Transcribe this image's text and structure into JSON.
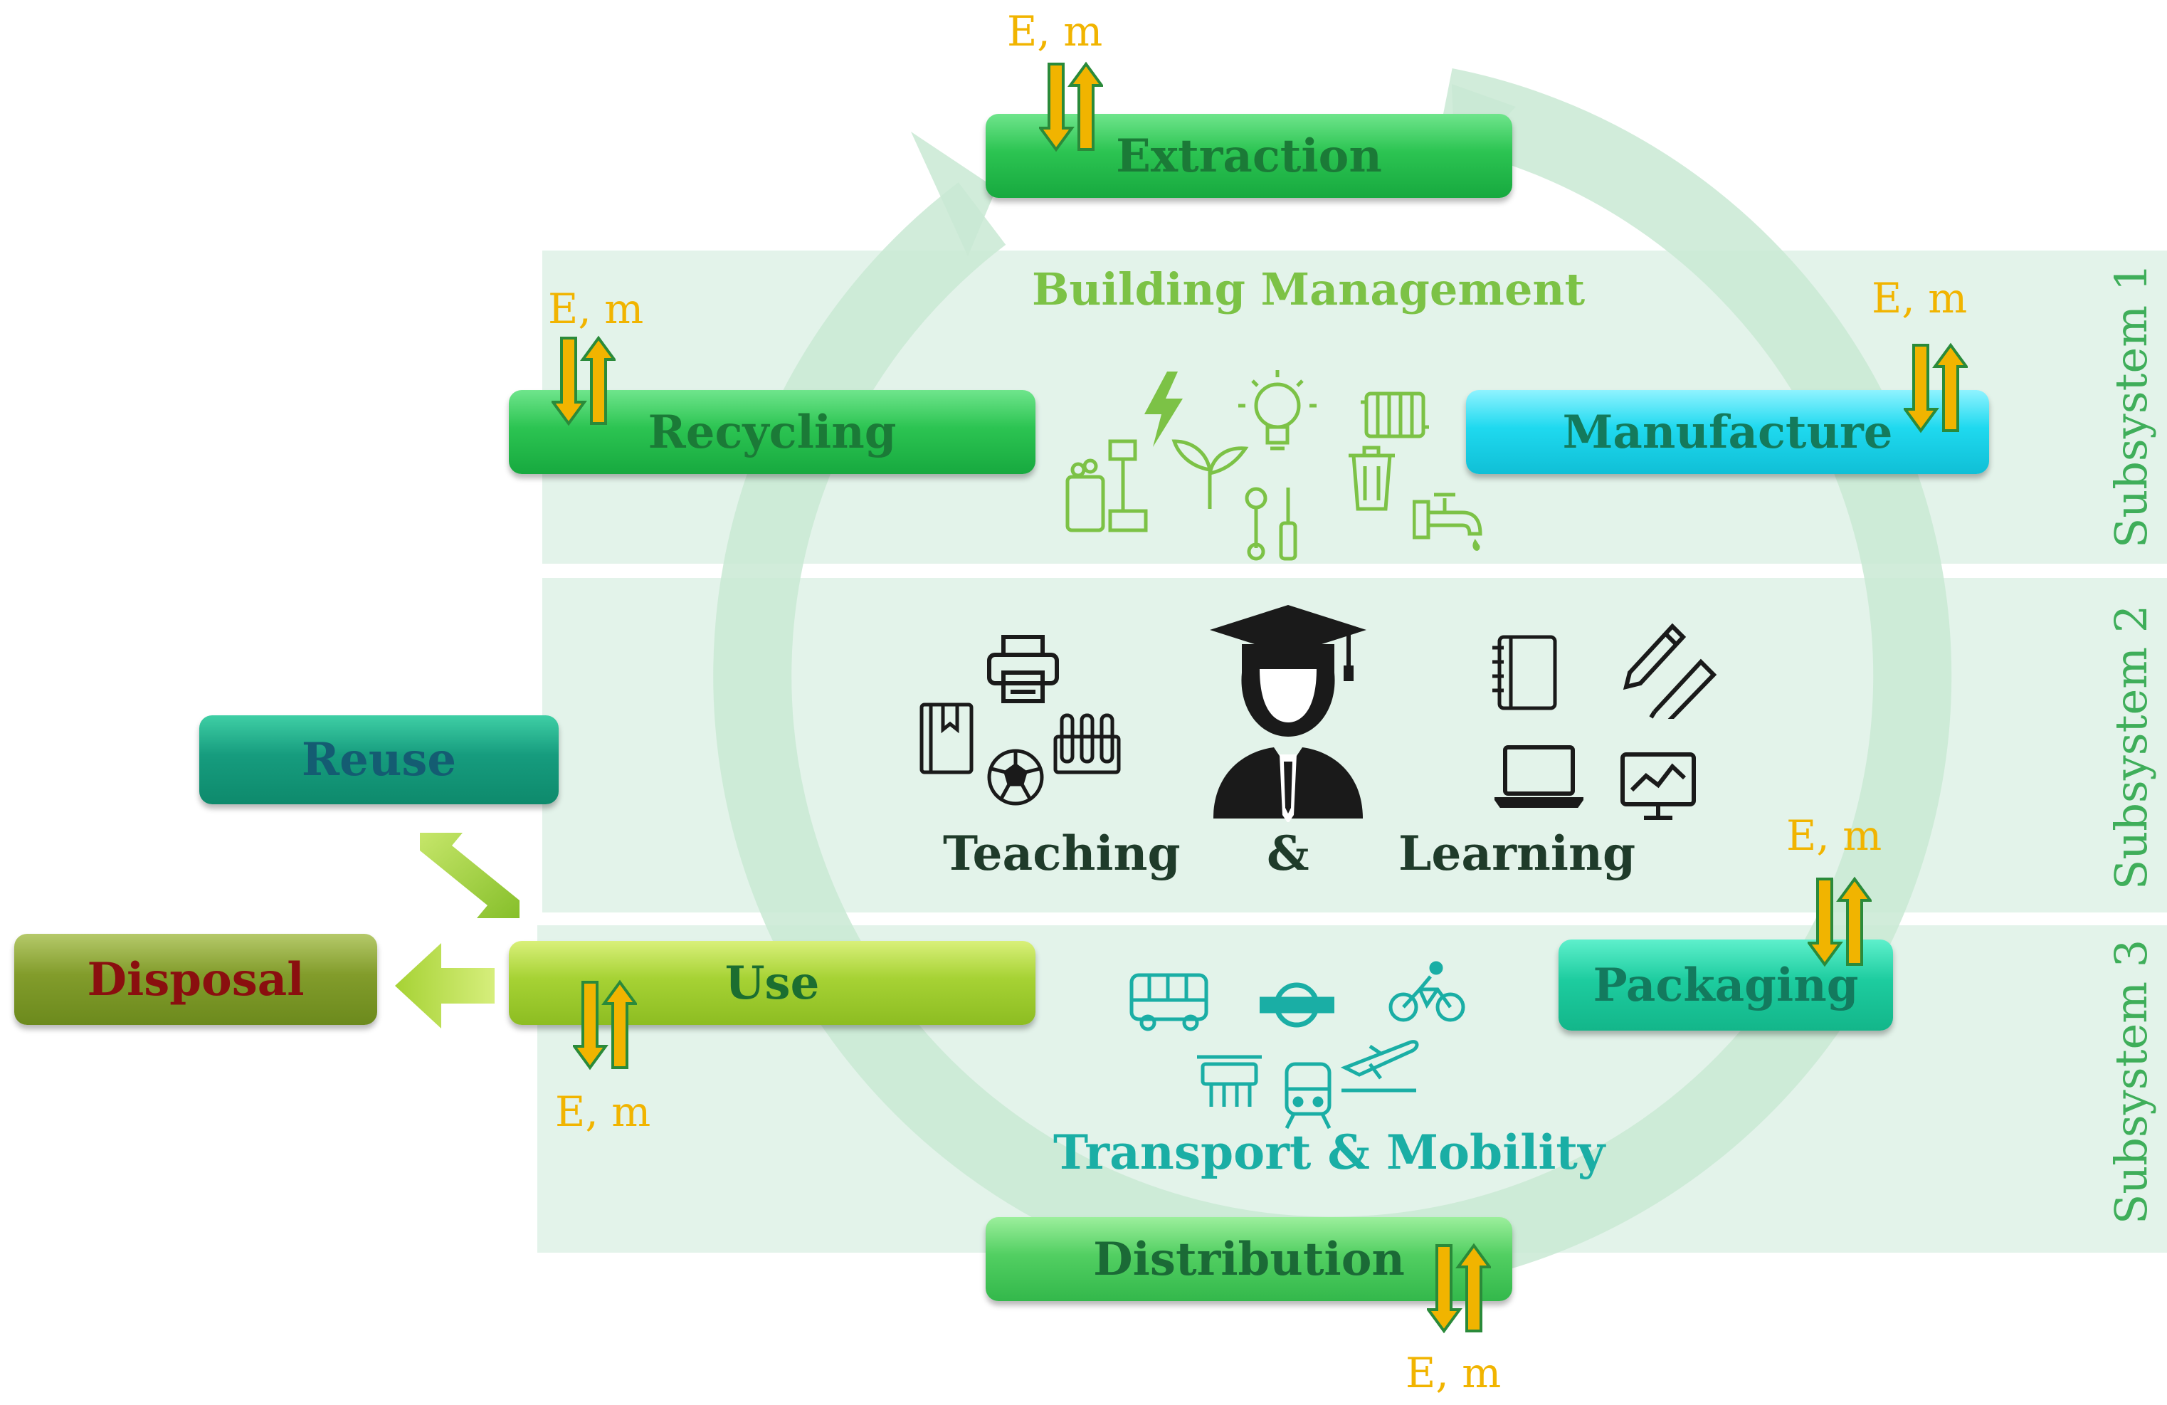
{
  "stages": {
    "extraction": "Extraction",
    "manufacture": "Manufacture",
    "packaging": "Packaging",
    "distribution": "Distribution",
    "use": "Use",
    "recycling": "Recycling",
    "reuse": "Reuse",
    "disposal": "Disposal"
  },
  "flow_label": "E, m",
  "subsystems": {
    "s1_title": "Building Management",
    "s1_label": "Subsystem 1",
    "s2_teaching": "Teaching",
    "s2_amp": "&",
    "s2_learning": "Learning",
    "s2_label": "Subsystem 2",
    "s3_title": "Transport & Mobility",
    "s3_label": "Subsystem 3"
  },
  "colors": {
    "band": "#e3f3ea",
    "cycle_arrow": "#c9e9d3",
    "flow_label": "#f1b400",
    "building_icons": "#7cc246",
    "teaching_icons": "#1a1a1a",
    "transport_icons": "#1aaea5"
  }
}
